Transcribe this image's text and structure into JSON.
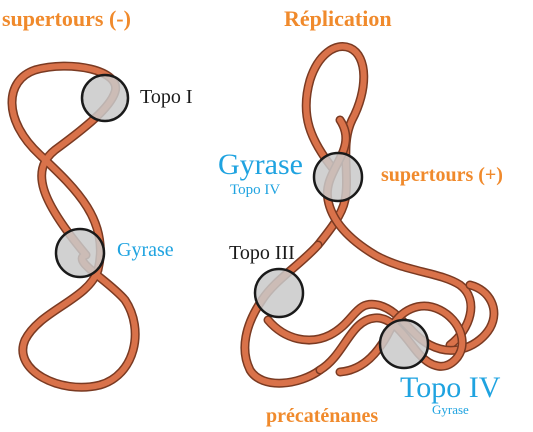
{
  "colors": {
    "dna_strand": "#d9724a",
    "dna_edge": "#7a3a22",
    "enzyme_circle_fill": "#c9c9c9",
    "enzyme_circle_stroke": "#1a1a1a",
    "orange_text": "#f08a2c",
    "blue_text": "#1fa3e0",
    "black_text": "#1a1a1a"
  },
  "left_panel": {
    "title": "supertours (-)",
    "topo1_label": "Topo I",
    "gyrase_label": "Gyrase"
  },
  "right_panel": {
    "title": "Réplication",
    "gyrase_label": "Gyrase",
    "topo4_sub_label": "Topo IV",
    "supertours_pos_label": "supertours (+)",
    "topo3_label": "Topo III",
    "topo4_label": "Topo IV",
    "gyrase_sub_label": "Gyrase",
    "precatenanes_label": "précaténanes"
  }
}
